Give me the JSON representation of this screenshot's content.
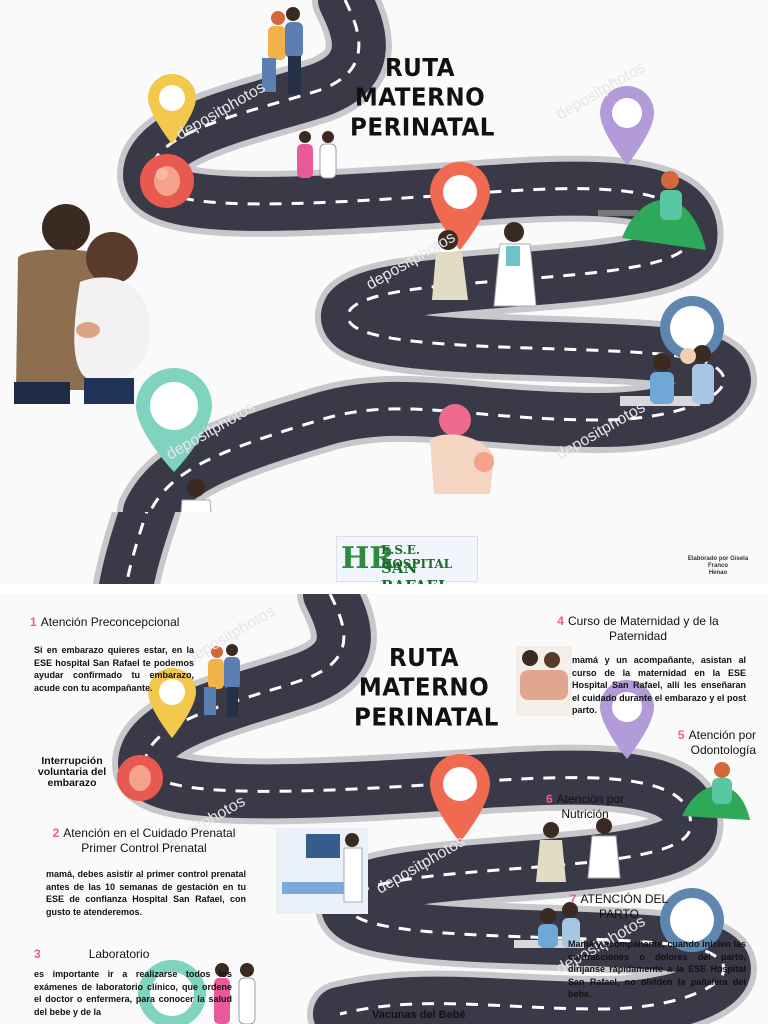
{
  "title": [
    "RUTA",
    "MATERNO",
    "PERINATAL"
  ],
  "credit": [
    "Elaborado por Gisela Franco",
    "Henao"
  ],
  "logo": {
    "mark": "HR",
    "line1": "E.S.E. HOSPITAL",
    "line2": "SAN RAFAEL"
  },
  "steps": [
    {
      "num": "1",
      "title": "Atención  Preconcepcional",
      "body": "Si en embarazo quieres estar, en la ESE hospital San Rafael te podemos ayudar confirmado tu embarazo, acude con tu acompañante."
    },
    {
      "num": "2",
      "title": [
        "Atención en el Cuidado Prenatal",
        "Primer Control Prenatal"
      ],
      "body": "mamá, debes asistir al primer control prenatal antes de las 10 semanas de gestación en tu ESE de confianza Hospital San Rafael, con gusto te atenderemos."
    },
    {
      "num": "3",
      "title": "Laboratorio",
      "body": "es importante ir a realizarse todos los exámenes de laboratorio clínico, que ordene el doctor o enfermera, para conocer la salud del bebe y de la"
    },
    {
      "num": "4",
      "title": [
        "Curso de Maternidad y de la",
        "Paternidad"
      ],
      "body": "mamá y un acompañante, asistan al curso de la maternidad en la ESE Hospital San Rafael, allí les enseñaran el cuidado durante el embarazo y el post parto."
    },
    {
      "num": "5",
      "title": [
        "Atención por",
        "Odontología"
      ]
    },
    {
      "num": "6",
      "title": [
        "Atención por",
        "Nutrición"
      ]
    },
    {
      "num": "7",
      "title": [
        "ATENCIÓN DEL",
        "PARTO"
      ],
      "body": "Mamá y acompañante, cuando inicien las contracciones o dolores del parto, diríjanse rápidamente a la ESE Hospital San Rafael, no olviden la pañalera del bebe."
    }
  ],
  "ive": [
    "Interrupción",
    "voluntaria del",
    "embarazo"
  ],
  "vaccines": "Vacunas del Bebé",
  "colors": {
    "road": "#3a3947",
    "yellow": "#f2c94c",
    "coral": "#ef6a50",
    "purple": "#b39ad9",
    "blue": "#5f86b0",
    "teal": "#7fd3bf",
    "pink": "#e85a9c",
    "green": "#2d8a3e"
  }
}
